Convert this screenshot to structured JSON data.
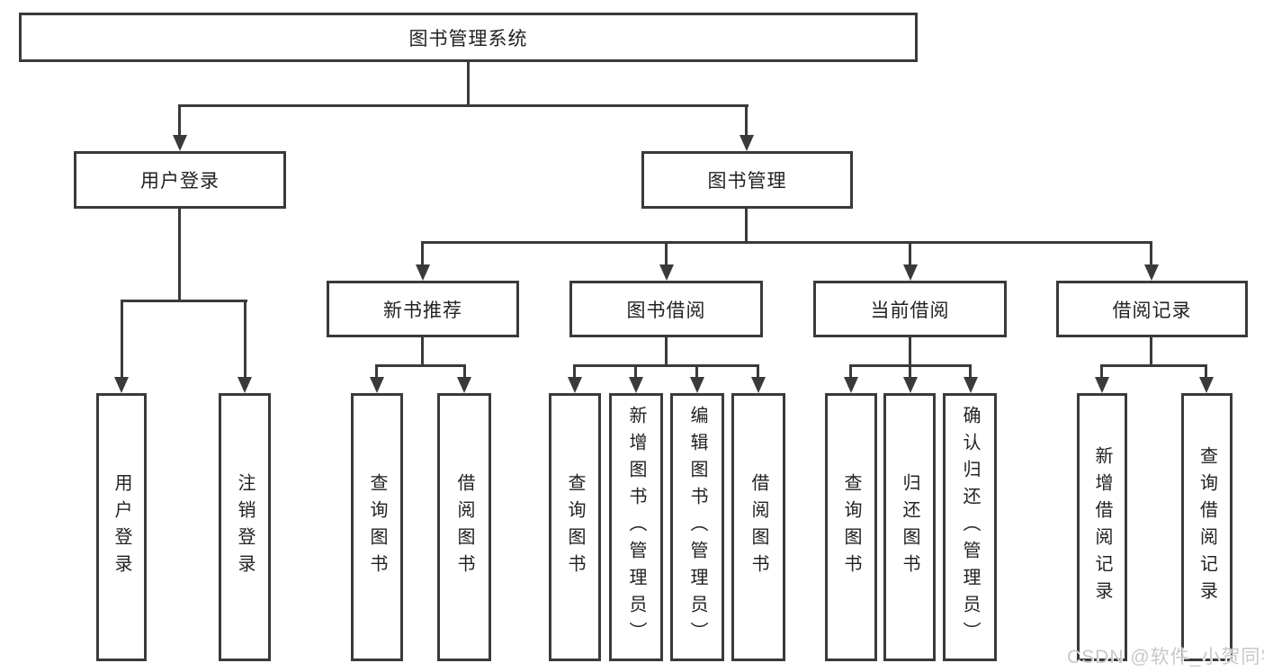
{
  "diagram_type": "hierarchy-tree",
  "colors": {
    "line": "#3a3a3a",
    "box_border": "#3a3a3a",
    "text": "#222222",
    "background": "#ffffff",
    "watermark": "#c8c8c8"
  },
  "tree": {
    "root": {
      "label": "图书管理系统",
      "children": [
        {
          "label": "用户登录",
          "children": [
            {
              "label": "用户登录"
            },
            {
              "label": "注销登录"
            }
          ]
        },
        {
          "label": "图书管理",
          "children": [
            {
              "label": "新书推荐",
              "children": [
                {
                  "label": "查询图书"
                },
                {
                  "label": "借阅图书"
                }
              ]
            },
            {
              "label": "图书借阅",
              "children": [
                {
                  "label": "查询图书"
                },
                {
                  "label": "新增图书（管理员）"
                },
                {
                  "label": "编辑图书（管理员）"
                },
                {
                  "label": "借阅图书"
                }
              ]
            },
            {
              "label": "当前借阅",
              "children": [
                {
                  "label": "查询图书"
                },
                {
                  "label": "归还图书"
                },
                {
                  "label": "确认归还（管理员）"
                }
              ]
            },
            {
              "label": "借阅记录",
              "children": [
                {
                  "label": "新增借阅记录"
                },
                {
                  "label": "查询借阅记录"
                }
              ]
            }
          ]
        }
      ]
    }
  },
  "watermark": {
    "text": "CSDN @软件_小贺同学"
  }
}
